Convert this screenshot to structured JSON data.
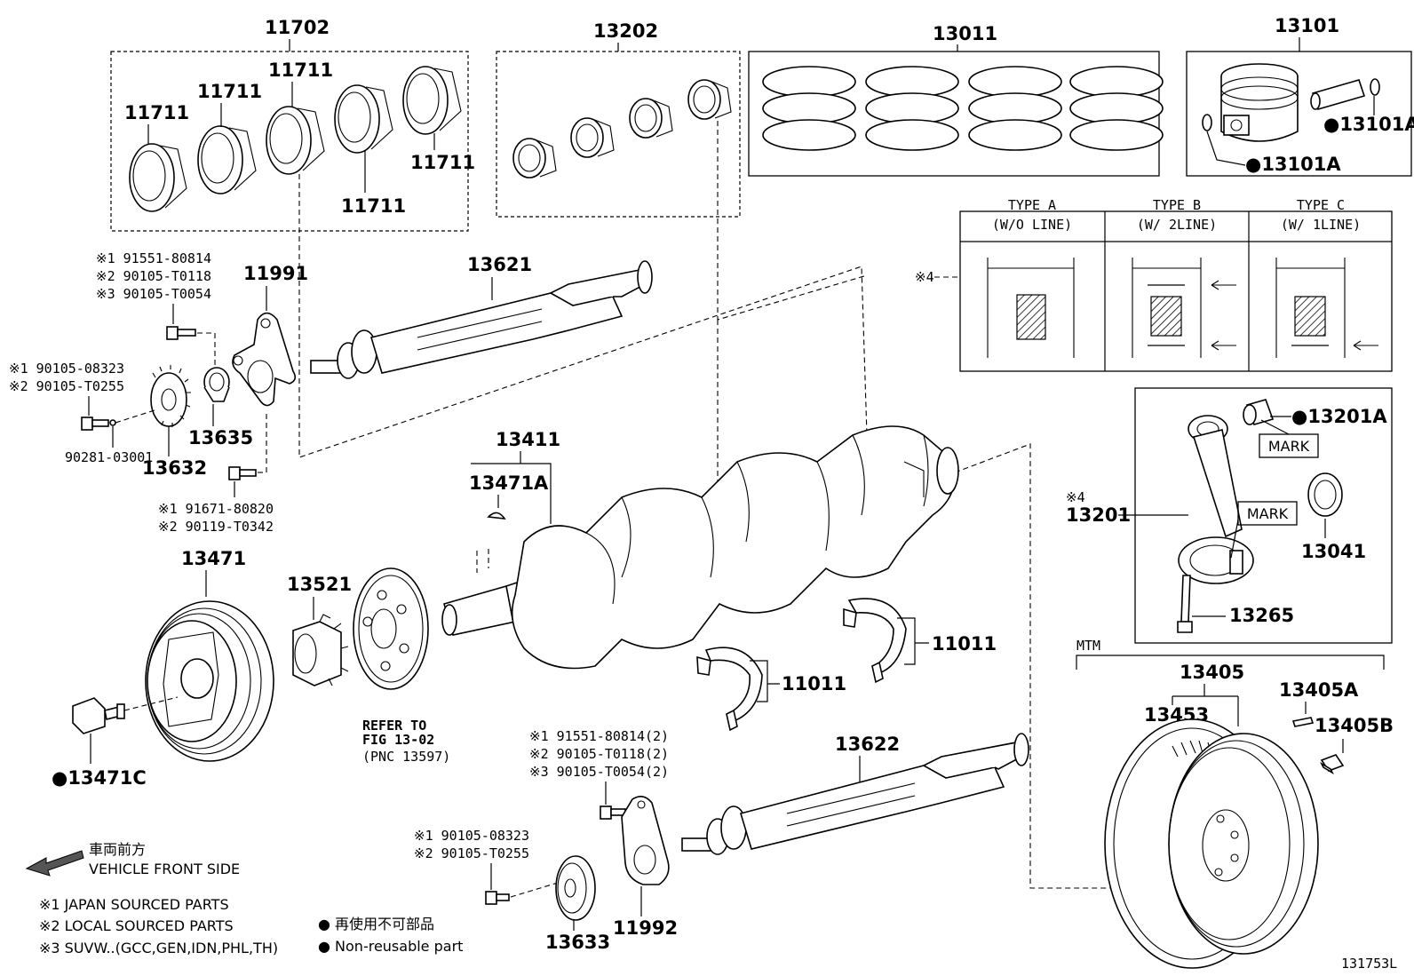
{
  "diagram_id": "131753L",
  "groups": {
    "main_bearing_set": {
      "pn": "11702",
      "items": [
        "11711",
        "11711",
        "11711",
        "11711",
        "11711"
      ]
    },
    "rod_bearing_set": {
      "pn": "13202"
    },
    "piston_ring_set": {
      "pn": "13011"
    },
    "piston": {
      "pn": "13101",
      "items": [
        "●13101A",
        "●13101A"
      ]
    }
  },
  "ring_types": {
    "note": "※4",
    "types": [
      {
        "name": "TYPE A",
        "desc": "(W/O LINE)"
      },
      {
        "name": "TYPE B",
        "desc": "(W/ 2LINE)"
      },
      {
        "name": "TYPE C",
        "desc": "(W/ 1LINE)"
      }
    ]
  },
  "conrod": {
    "note": "※4",
    "pn": "13201",
    "bushing": "●13201A",
    "bearing": "13041",
    "bolt": "13265",
    "mark1": "MARK",
    "mark2": "MARK"
  },
  "balance_shaft_upper": {
    "pn": "13621",
    "bolts_top": [
      "※1 91551-80814",
      "※2 90105-T0118",
      "※3 90105-T0054"
    ],
    "plate": "11991",
    "bolts_left": [
      "※1 90105-08323",
      "※2 90105-T0255"
    ],
    "washer": "90281-03001",
    "spacer": "13635",
    "gear": "13632",
    "bolts_bottom": [
      "※1 91671-80820",
      "※2 90119-T0342"
    ]
  },
  "crankshaft": {
    "pn": "13411",
    "key": "13471A",
    "thrust1": "11011",
    "thrust2": "11011"
  },
  "pulley": {
    "pn": "13471",
    "bolt": "●13471C"
  },
  "sprocket": {
    "pn": "13521",
    "refer": [
      "REFER TO",
      "FIG 13-02",
      "(PNC 13597)"
    ]
  },
  "balance_shaft_lower": {
    "pn": "13622",
    "bolts_top": [
      "※1 91551-80814(2)",
      "※2 90105-T0118(2)",
      "※3 90105-T0054(2)"
    ],
    "bolts_left": [
      "※1 90105-08323",
      "※2 90105-T0255"
    ],
    "gear": "13633",
    "plate": "11992"
  },
  "flywheel": {
    "variant": "MTM",
    "pn": "13405",
    "ring": "13453",
    "pin": "13405A",
    "bolt": "13405B"
  },
  "legend": {
    "front_jp": "車両前方",
    "front_en": "VEHICLE FRONT SIDE",
    "notes": [
      "※1 JAPAN SOURCED PARTS",
      "※2 LOCAL SOURCED PARTS",
      "※3 SUVW..(GCC,GEN,IDN,PHL,TH)"
    ],
    "nonreuse_jp": "● 再使用不可部品",
    "nonreuse_en": "● Non-reusable part"
  }
}
